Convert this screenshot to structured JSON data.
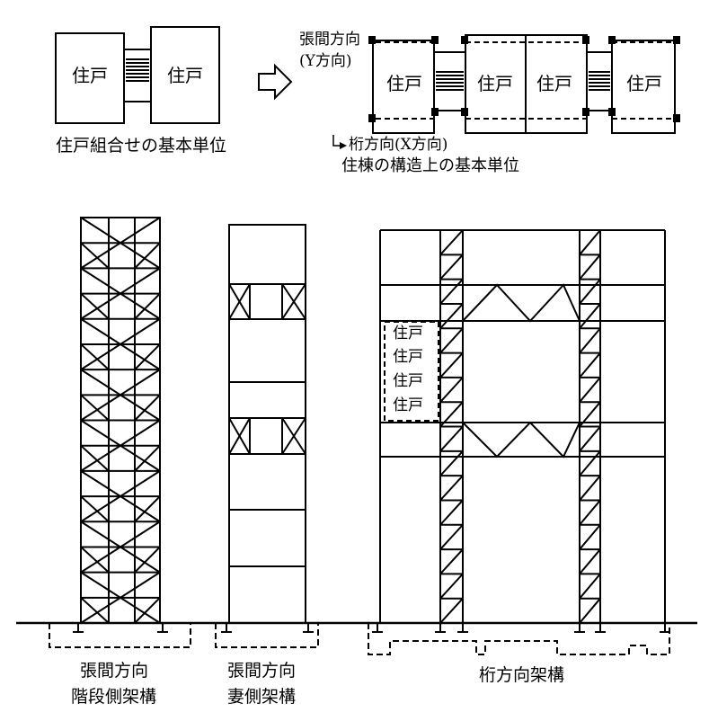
{
  "unit_label": "住戸",
  "top_left": {
    "caption": "住戸組合せの基本単位"
  },
  "top_right": {
    "span_direction_line1": "張間方向",
    "span_direction_line2": "(Y方向)",
    "girder_direction": "桁方向(X方向)",
    "caption": "住棟の構造上の基本単位"
  },
  "frames": {
    "stair_side_line1": "張間方向",
    "stair_side_line2": "階段側架構",
    "gable_side_line1": "張間方向",
    "gable_side_line2": "妻側架構",
    "girder_frame": "桁方向架構"
  },
  "dashed_units": [
    "住戸",
    "住戸",
    "住戸",
    "住戸"
  ]
}
